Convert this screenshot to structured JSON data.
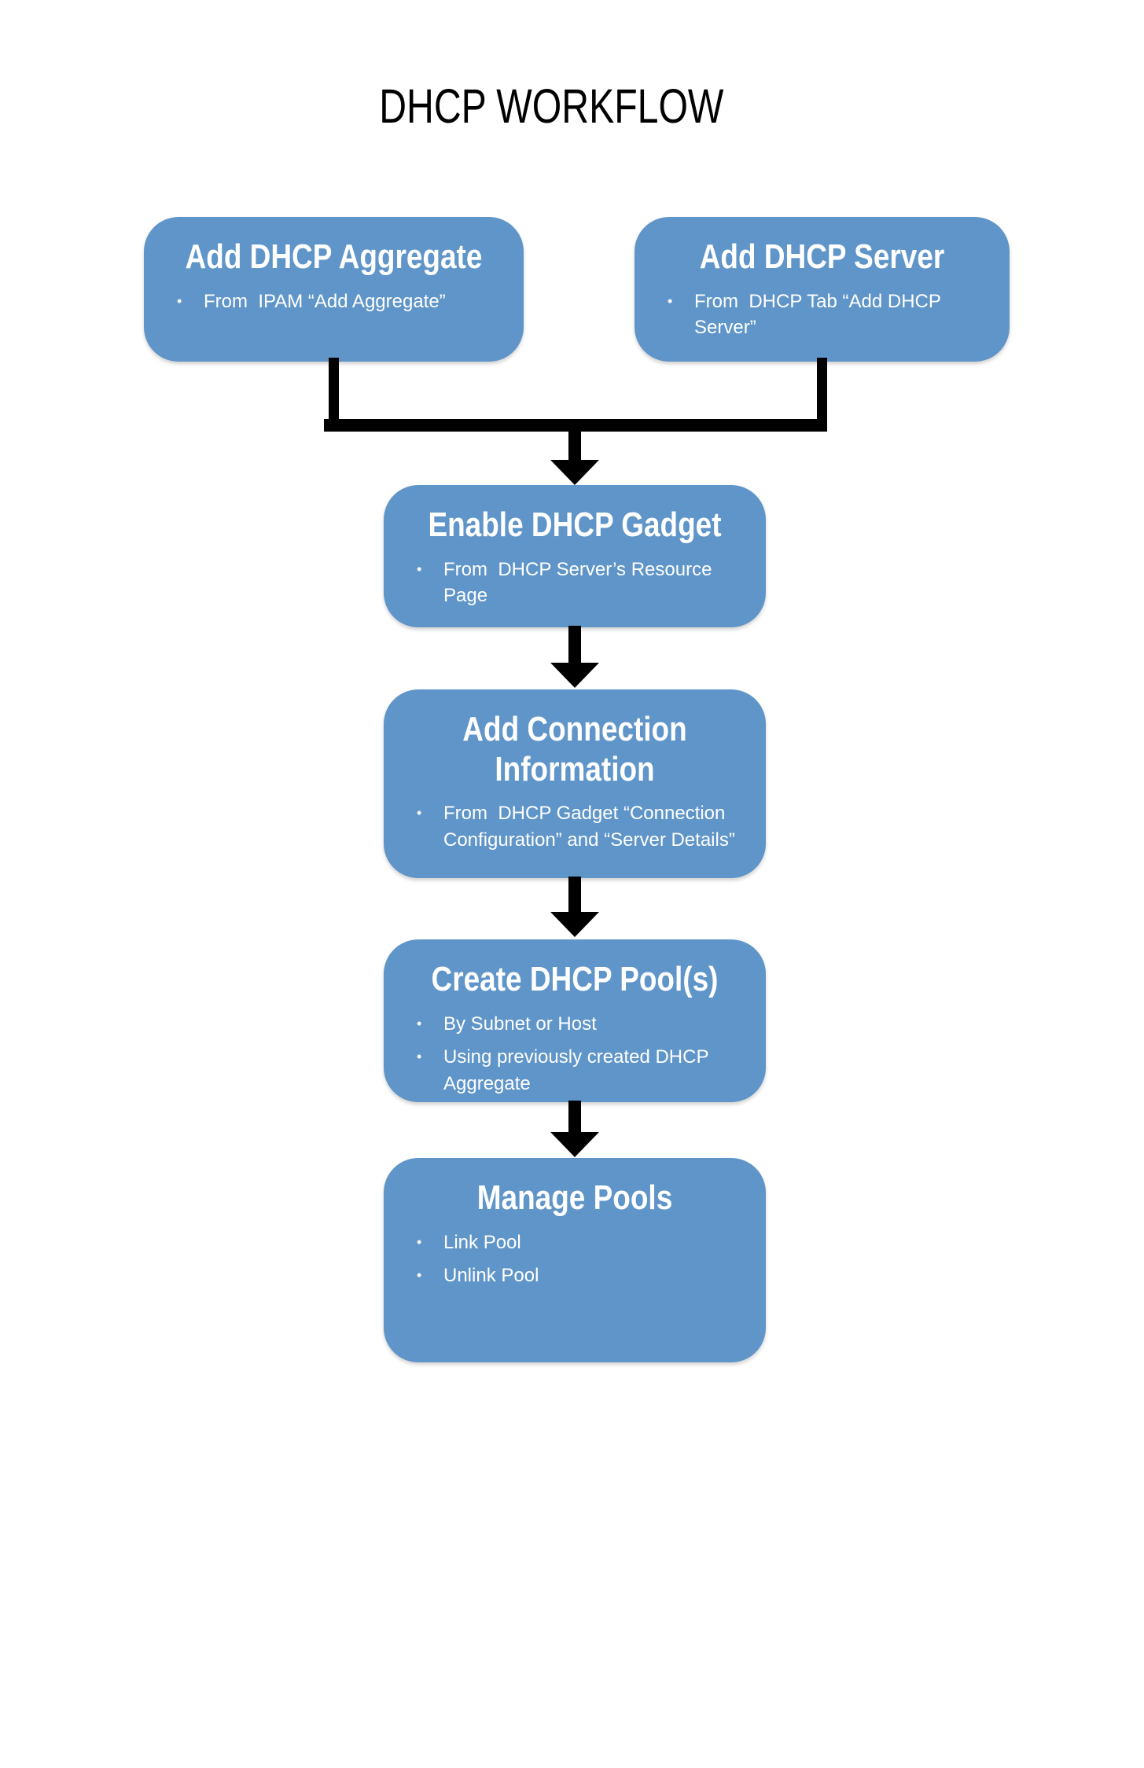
{
  "page": {
    "title": "DHCP WORKFLOW"
  },
  "colors": {
    "node_fill": "#5F95C8",
    "node_text": "#FFFFFF",
    "title_text": "#000000",
    "connector": "#000000",
    "background": "#FFFFFF"
  },
  "flowchart": {
    "bullet_icon": "•",
    "nodes": [
      {
        "id": "add-dhcp-aggregate",
        "title": "Add DHCP Aggregate",
        "bullets": [
          "From  IPAM “Add Aggregate”"
        ]
      },
      {
        "id": "add-dhcp-server",
        "title": "Add DHCP Server",
        "bullets": [
          "From  DHCP Tab “Add DHCP Server”"
        ]
      },
      {
        "id": "enable-dhcp-gadget",
        "title": "Enable DHCP Gadget",
        "bullets": [
          "From  DHCP Server’s Resource Page"
        ]
      },
      {
        "id": "add-connection-information",
        "title": "Add Connection Information",
        "bullets": [
          "From  DHCP Gadget “Connection Configuration” and “Server Details”"
        ]
      },
      {
        "id": "create-dhcp-pools",
        "title": "Create DHCP Pool(s)",
        "bullets": [
          "By Subnet or Host",
          "Using previously created DHCP Aggregate"
        ]
      },
      {
        "id": "manage-pools",
        "title": "Manage Pools",
        "bullets": [
          "Link Pool",
          "Unlink Pool"
        ]
      }
    ]
  }
}
